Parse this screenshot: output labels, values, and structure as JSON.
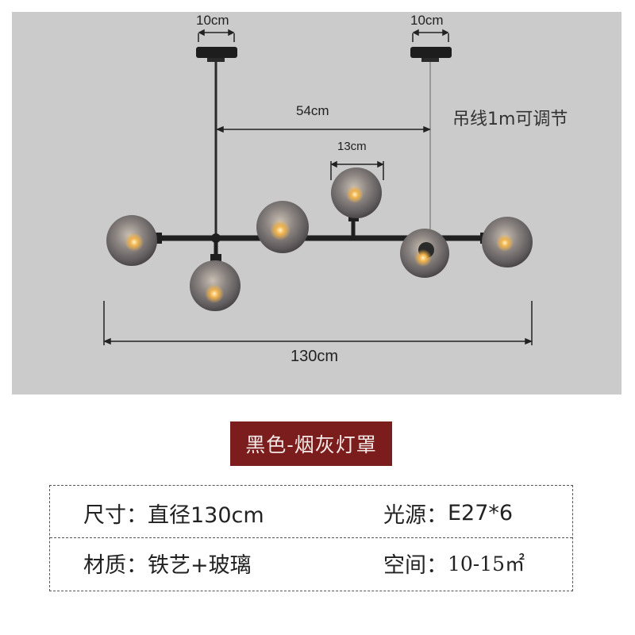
{
  "dimensions": {
    "canopy_left": "10cm",
    "canopy_right": "10cm",
    "span": "54cm",
    "globe": "13cm",
    "total_length": "130cm"
  },
  "note": "吊线1m可调节",
  "variant": "黑色-烟灰灯罩",
  "specs": {
    "size_label": "尺寸：",
    "size_value": "直径130cm",
    "light_label": "光源：",
    "light_value": "E27*6",
    "material_label": "材质：",
    "material_value": "铁艺+玻璃",
    "space_label": "空间：",
    "space_value": "10-15㎡"
  }
}
